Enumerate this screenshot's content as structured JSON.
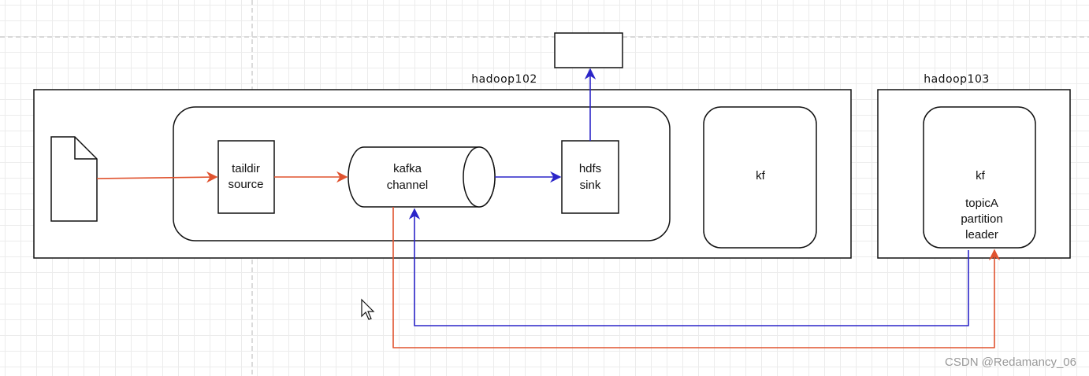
{
  "nodes": {
    "hadoop102_label": "hadoop102",
    "hadoop103_label": "hadoop103",
    "taildir_source": [
      "taildir",
      "source"
    ],
    "kafka_channel": [
      "kafka",
      "channel"
    ],
    "hdfs_sink": [
      "hdfs",
      "sink"
    ],
    "kf_102": "kf",
    "kf_103": [
      "kf",
      "",
      "topicA",
      "partition",
      "leader"
    ]
  },
  "watermark": "CSDN @Redamancy_06",
  "colors": {
    "data_flow": "#e0532f",
    "sink_flow": "#2b25c8",
    "stroke": "#111111",
    "guide": "#d0d0d0"
  }
}
